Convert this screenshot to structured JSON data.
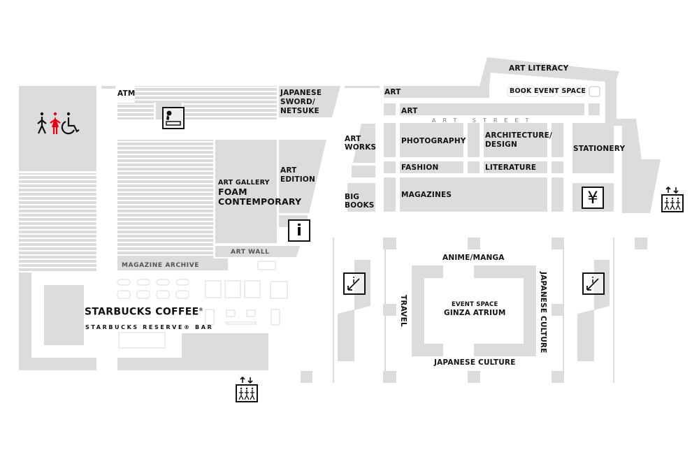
{
  "map": {
    "colors": {
      "area": "#dcdcdc",
      "text": "#111111",
      "accent": "#e60012",
      "outline": "#e2e2e2"
    },
    "zones": {
      "atm": "ATM",
      "japanese_sword": [
        "JAPANESE",
        "SWORD/",
        "NETSUKE"
      ],
      "art_gallery": {
        "small": "ART GALLERY",
        "name1": "FOAM",
        "name2": "CONTEMPORARY"
      },
      "art_edition": [
        "ART",
        "EDITION"
      ],
      "art_wall": "ART WALL",
      "magazine_archive": "MAGAZINE ARCHIVE",
      "starbucks": {
        "name": "STARBUCKS COFFEE",
        "mark": "®",
        "sub": "STARBUCKS RESERVE® BAR"
      },
      "art_literacy": "ART LITERACY",
      "book_event_space": "BOOK EVENT SPACE",
      "art_top": "ART",
      "art_second": "ART",
      "art_street": "ART STREET",
      "art_works": [
        "ART",
        "WORKS"
      ],
      "big_books": [
        "BIG",
        "BOOKS"
      ],
      "photography": "PHOTOGRAPHY",
      "architecture": [
        "ARCHITECTURE/",
        "DESIGN"
      ],
      "stationery": "STATIONERY",
      "fashion": "FASHION",
      "literature": "LITERATURE",
      "magazines": "MAGAZINES",
      "anime_manga": "ANIME/MANGA",
      "travel": "TRAVEL",
      "event_space": {
        "small": "EVENT SPACE",
        "name": "GINZA ATRIUM"
      },
      "japanese_culture_right": "JAPANESE CULTURE",
      "japanese_culture_bottom": "JAPANESE CULTURE"
    },
    "icons": {
      "info": "i",
      "yen": "¥"
    }
  }
}
